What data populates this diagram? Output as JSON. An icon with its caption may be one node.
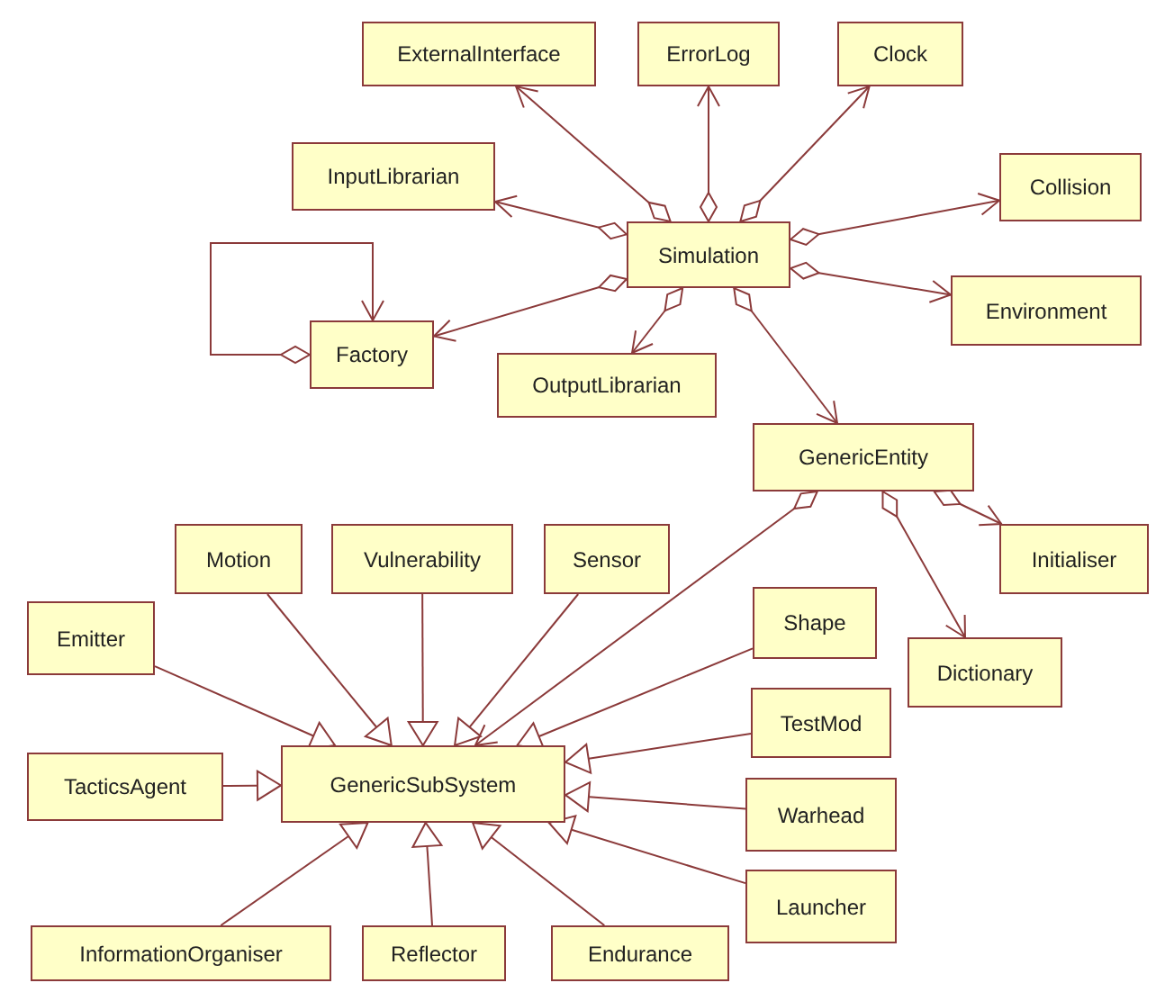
{
  "diagram": {
    "nodes": [
      {
        "text": [
          "ExternalInterface"
        ]
      },
      {
        "text": [
          "ErrorLog"
        ]
      },
      {
        "text": [
          "Clock"
        ]
      },
      {
        "text": [
          "InputLibrarian"
        ]
      },
      {
        "text": [
          "Simulation"
        ]
      },
      {
        "text": [
          "Collision"
        ]
      },
      {
        "text": [
          "Environment"
        ]
      },
      {
        "text": [
          "Factory"
        ]
      },
      {
        "text": [
          "OutputLibrarian"
        ]
      },
      {
        "text": [
          "GenericEntity"
        ]
      },
      {
        "text": [
          "Initialiser"
        ]
      },
      {
        "text": [
          "Motion"
        ]
      },
      {
        "text": [
          "Vulnerability"
        ]
      },
      {
        "text": [
          "Sensor"
        ]
      },
      {
        "text": [
          "Emitter"
        ]
      },
      {
        "text": [
          "Shape"
        ]
      },
      {
        "text": [
          "Dictionary"
        ]
      },
      {
        "text": [
          "TestMod"
        ]
      },
      {
        "text": [
          "TacticsAgent"
        ]
      },
      {
        "text": [
          "GenericSubSystem"
        ]
      },
      {
        "text": [
          "Warhead"
        ]
      },
      {
        "text": [
          "Launcher"
        ]
      },
      {
        "text": [
          "InformationOrganiser"
        ]
      },
      {
        "text": [
          "Reflector"
        ]
      },
      {
        "text": [
          "Endurance"
        ]
      }
    ],
    "edges": [
      {
        "from": 4,
        "to": 0,
        "arrow": "to"
      },
      {
        "from": 4,
        "to": 1,
        "arrow": "to"
      },
      {
        "from": 4,
        "to": 2,
        "arrow": "to"
      },
      {
        "from": 4,
        "to": 3,
        "arrow": "to"
      },
      {
        "from": 4,
        "to": 5,
        "arrow": "to"
      },
      {
        "from": 4,
        "to": 6,
        "arrow": "to"
      },
      {
        "from": 4,
        "to": 7,
        "arrow": "to"
      },
      {
        "from": 4,
        "to": 8,
        "arrow": "to"
      },
      {
        "from": 4,
        "to": 9,
        "arrow": "to"
      },
      {
        "from": 7,
        "to": 7,
        "arrow": "to"
      },
      {
        "from": 9,
        "to": 19,
        "arrow": "to"
      },
      {
        "from": 9,
        "to": 10,
        "arrow": "to"
      },
      {
        "from": 9,
        "to": 16,
        "arrow": "to"
      },
      {
        "from": 11,
        "to": 19,
        "arrow": "to"
      },
      {
        "from": 12,
        "to": 19,
        "arrow": "to"
      },
      {
        "from": 13,
        "to": 19,
        "arrow": "to"
      },
      {
        "from": 14,
        "to": 19,
        "arrow": "to"
      },
      {
        "from": 15,
        "to": 19,
        "arrow": "to"
      },
      {
        "from": 17,
        "to": 19,
        "arrow": "to"
      },
      {
        "from": 18,
        "to": 19,
        "arrow": "to"
      },
      {
        "from": 20,
        "to": 19,
        "arrow": "to"
      },
      {
        "from": 21,
        "to": 19,
        "arrow": "to"
      },
      {
        "from": 22,
        "to": 19,
        "arrow": "to"
      },
      {
        "from": 23,
        "to": 19,
        "arrow": "to"
      },
      {
        "from": 24,
        "to": 19,
        "arrow": "to"
      }
    ]
  }
}
